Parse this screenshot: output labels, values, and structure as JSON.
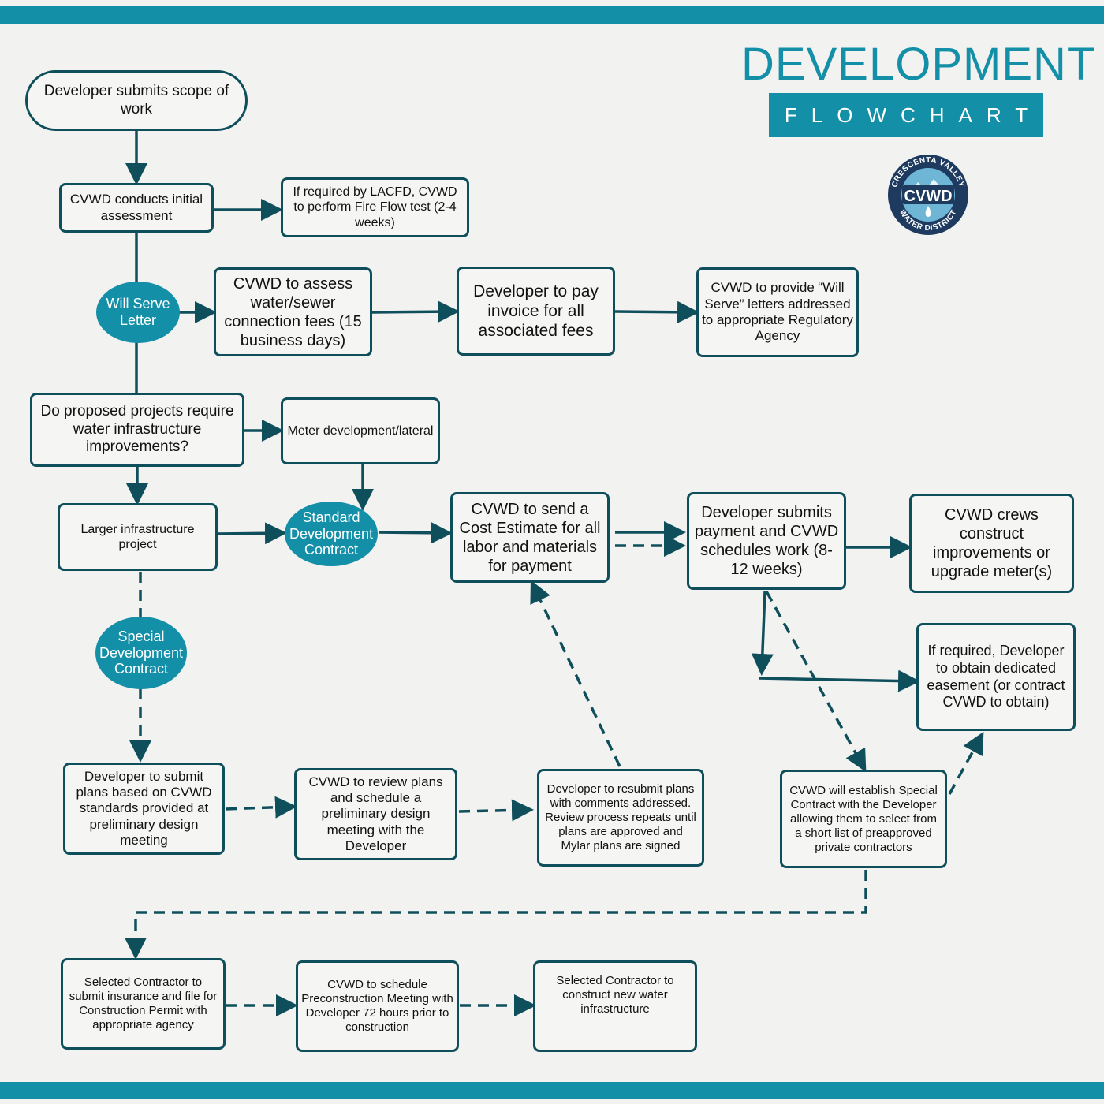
{
  "header": {
    "title": "DEVELOPMENT",
    "subtitle": "FLOWCHART"
  },
  "logo": {
    "ring_top": "CRESCENTA VALLEY",
    "ring_bottom": "WATER DISTRICT",
    "center": "CVWD"
  },
  "colors": {
    "accent": "#138fa8",
    "box_border": "#0f4f5c",
    "background": "#f2f2f0"
  },
  "nodes": {
    "start": "Developer submits scope of work",
    "assessment": "CVWD conducts initial assessment",
    "fire_flow": "If required by LACFD, CVWD to perform Fire Flow test (2-4 weeks)",
    "will_serve": "Will Serve Letter",
    "assess_fees": "CVWD to assess water/sewer connection fees (15 business days)",
    "pay_invoice": "Developer to pay invoice for all associated fees",
    "will_serve_letters": "CVWD to provide “Will Serve” letters addressed to appropriate Regulatory Agency",
    "question": "Do proposed projects require water infrastructure improvements?",
    "meter": "Meter development/lateral",
    "larger": "Larger infrastructure project",
    "standard_contract": "Standard Development Contract",
    "cost_estimate": "CVWD to send a Cost Estimate for all labor and materials for payment",
    "submit_payment": "Developer submits payment and CVWD schedules work (8-12 weeks)",
    "crews": "CVWD crews construct improvements or upgrade meter(s)",
    "special_contract": "Special Development Contract",
    "easement": "If required, Developer to obtain dedicated easement (or contract CVWD to obtain)",
    "submit_plans": "Developer to submit plans based on CVWD standards provided at preliminary design meeting",
    "review_plans": "CVWD to review plans and schedule a preliminary design meeting with the Developer",
    "resubmit": "Developer to resubmit plans with comments addressed. Review process repeats until plans are approved and Mylar plans are signed",
    "special_establish": "CVWD will establish Special Contract with the Developer allowing them to select from a short list of preapproved private contractors",
    "insurance": "Selected Contractor to submit insurance and file for Construction Permit with appropriate agency",
    "preconstruction": "CVWD to schedule Preconstruction Meeting with Developer 72 hours prior to construction",
    "construct": "Selected Contractor to construct new water infrastructure"
  }
}
